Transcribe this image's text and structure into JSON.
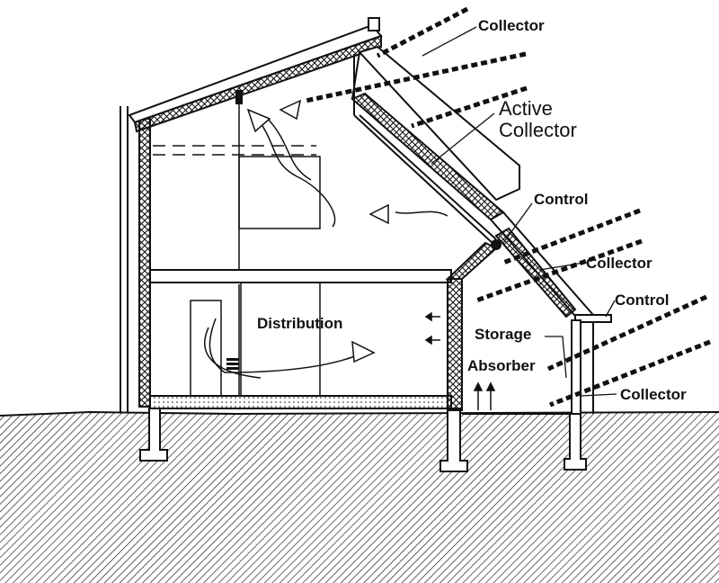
{
  "labels": {
    "collector_top": "Collector",
    "active_collector_line1": "Active",
    "active_collector_line2": "Collector",
    "control_upper": "Control",
    "collector_middle": "Collector",
    "control_lower": "Control",
    "collector_bottom": "Collector",
    "distribution": "Distribution",
    "storage": "Storage",
    "absorber": "Absorber"
  },
  "colors": {
    "ink": "#111111",
    "paper": "#ffffff"
  }
}
